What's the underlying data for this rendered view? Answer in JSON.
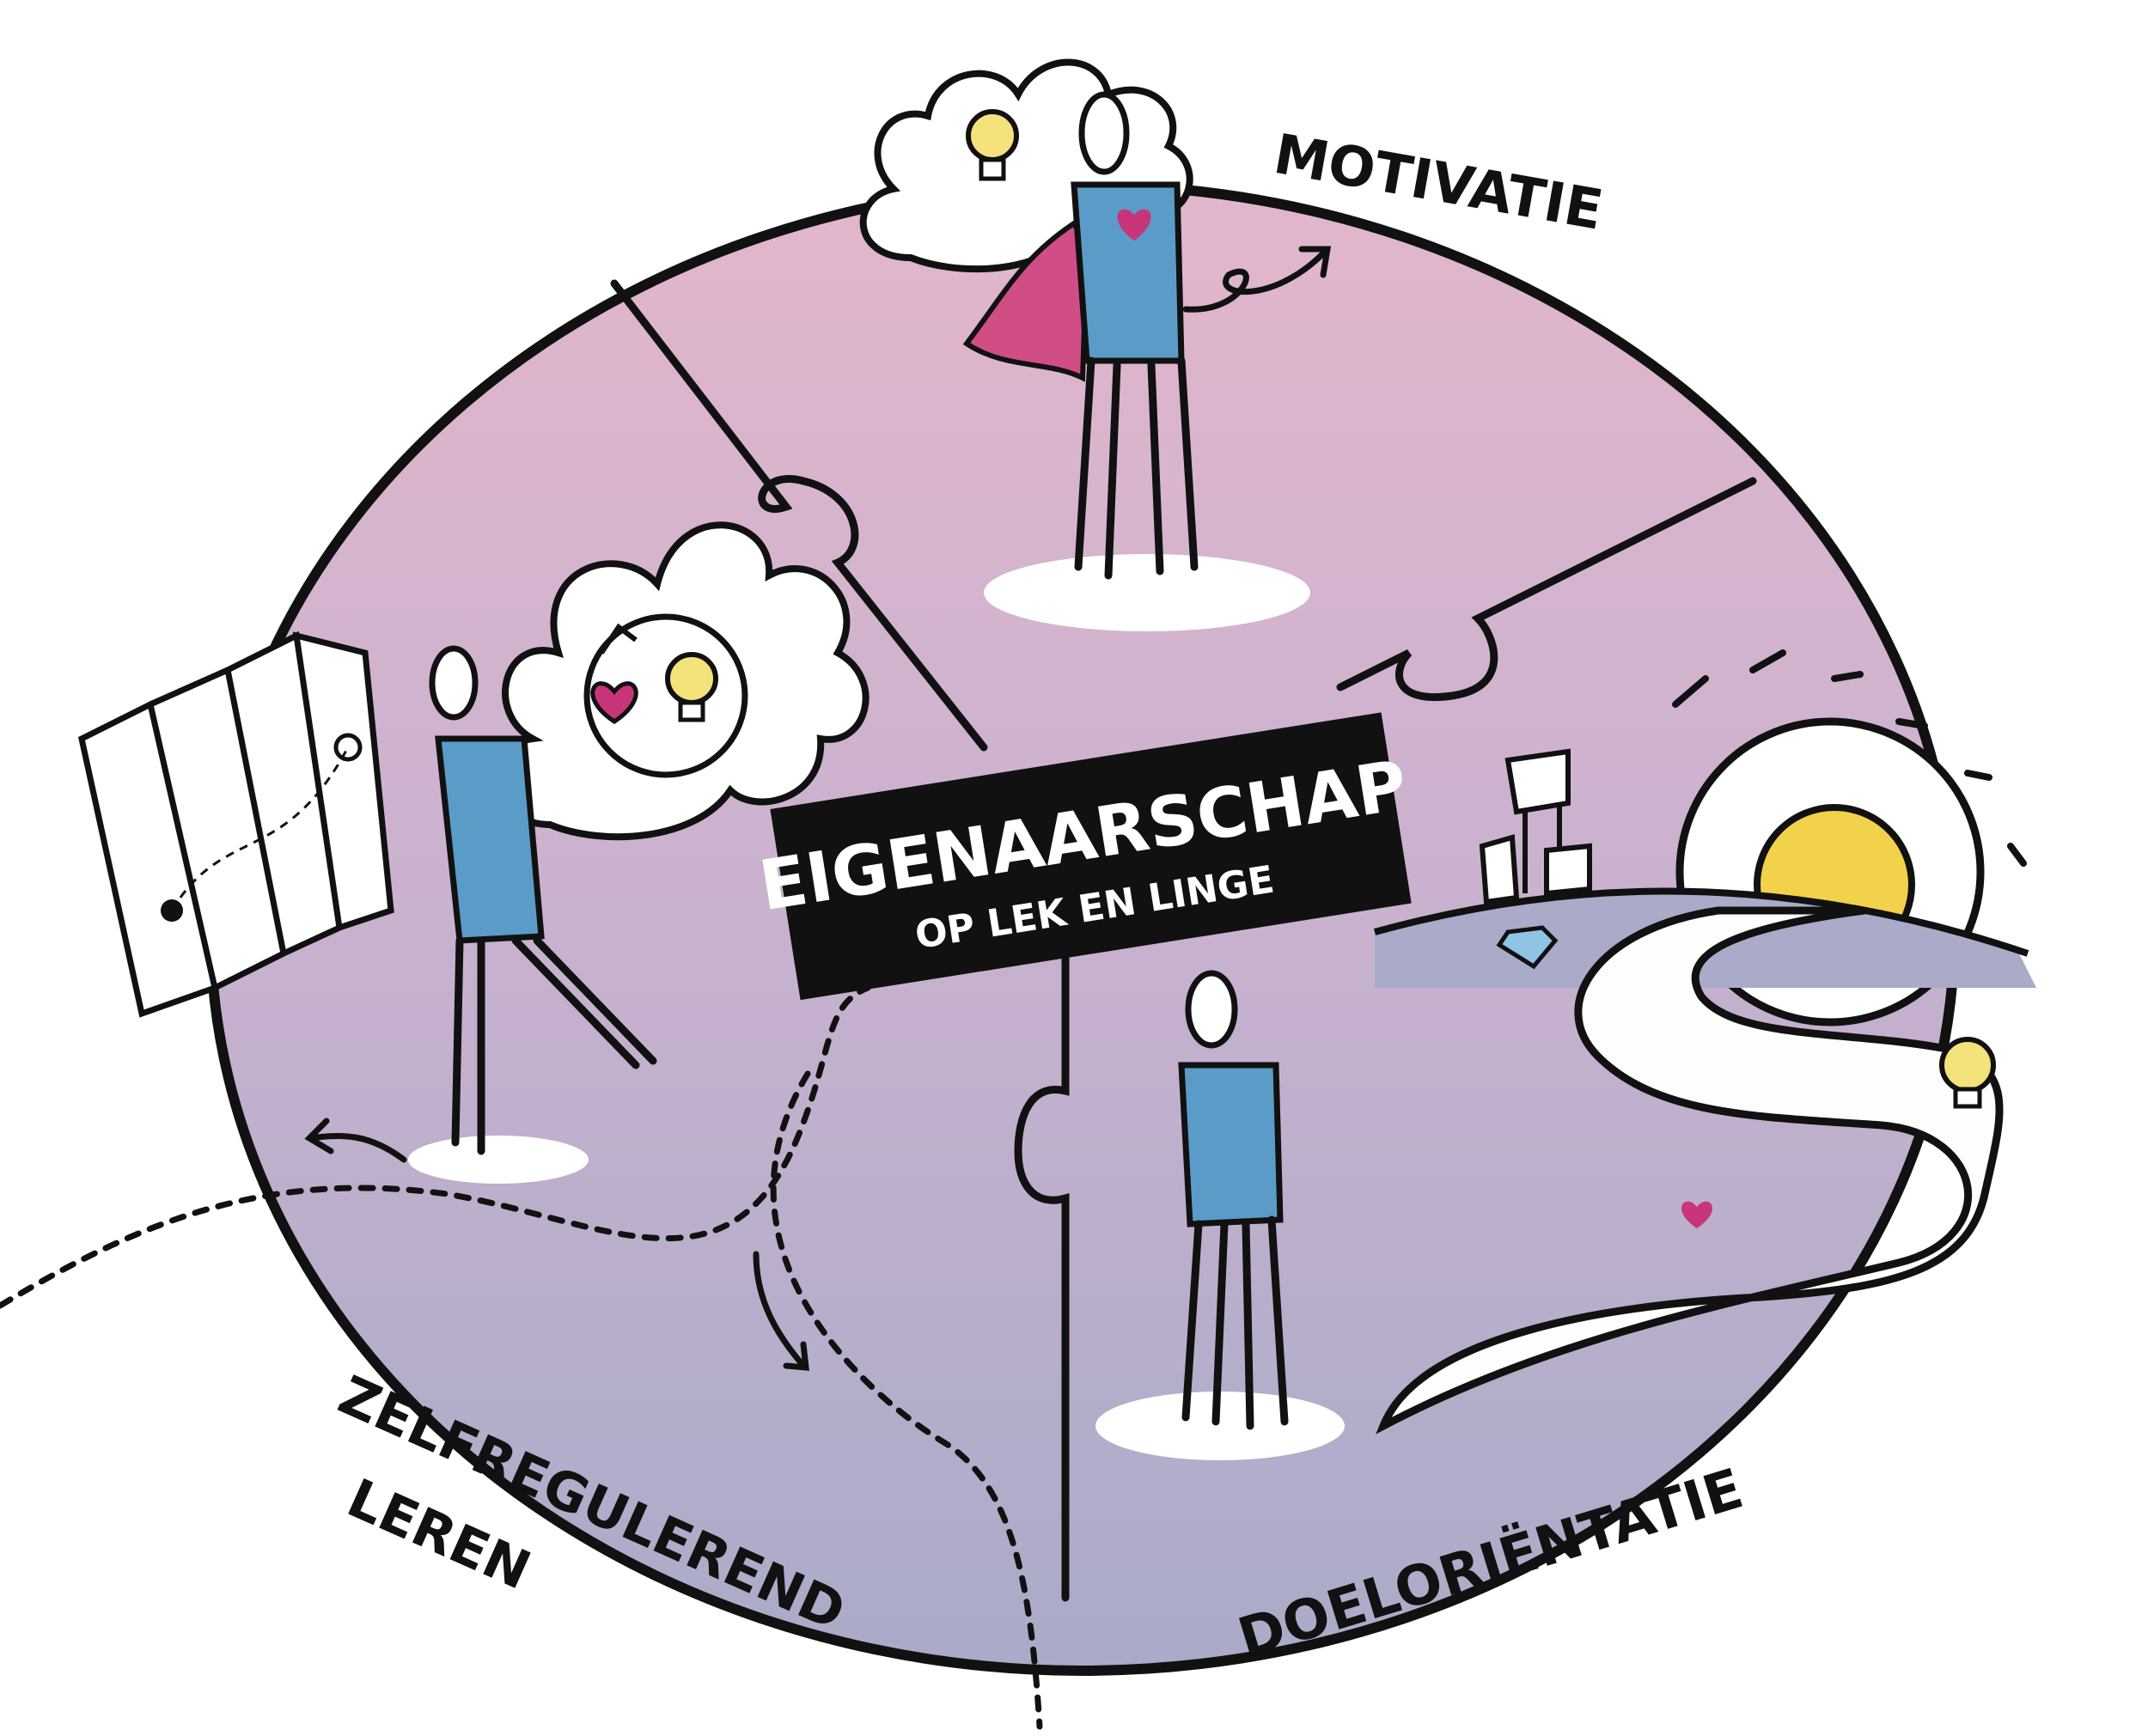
{
  "center_label": {
    "title": "EIGENAARSCHAP",
    "subtitle": "OP LEK EN LINGE"
  },
  "segments": {
    "motivatie": "MOTIVATIE",
    "zelfregulerend_line1": "ZELFREGULEREND",
    "zelfregulerend_line2": "LEREN",
    "doelorientatie": "DOELORIËNTATIE"
  },
  "colors": {
    "circle_top": "#e2b6cc",
    "circle_bottom": "#a9abc8",
    "ink": "#111111",
    "shirt": "#5b9bc7",
    "cape": "#d14d86",
    "heart": "#c8357a",
    "sun": "#f2d24a",
    "bulb": "#f4e27a",
    "label_bg": "#111111",
    "label_text": "#ffffff",
    "spot": "#ffffff",
    "diamond": "#8fc4e4"
  },
  "icons": [
    "lightbulb-icon",
    "heart-icon",
    "diamond-icon",
    "sun-icon",
    "map-icon",
    "cycle-arrow-icon"
  ]
}
